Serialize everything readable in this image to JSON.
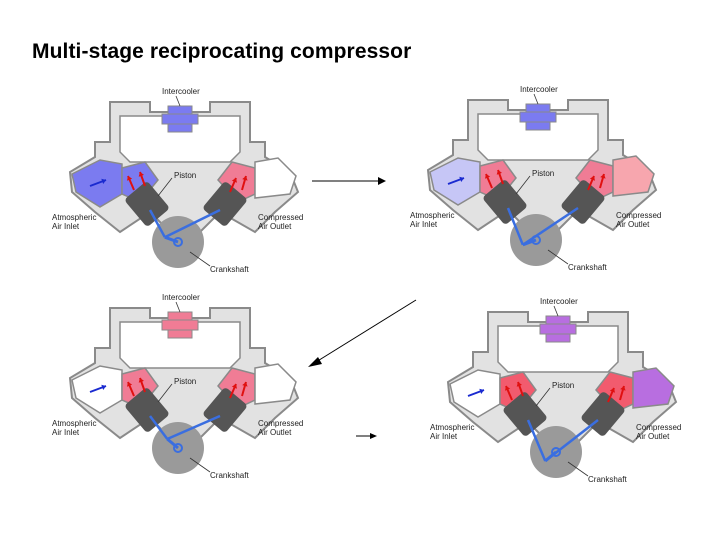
{
  "slide": {
    "title": "Multi-stage reciprocating compressor"
  },
  "labels": {
    "intercooler": "Intercooler",
    "piston": "Piston",
    "crankshaft": "Crankshaft",
    "inlet_1": "Atmospheric",
    "inlet_2": "Air Inlet",
    "outlet_1": "Compressed",
    "outlet_2": "Air Outlet"
  },
  "panels": [
    {
      "stage": 1,
      "inlet_color": "#7b7bf0",
      "left_cyl_color": "#7b7bf0",
      "intercooler_color": "#7b7bf0",
      "right_cyl_color": "#f07c95",
      "outlet_color": "#ffffff",
      "crank_angle": 200
    },
    {
      "stage": 2,
      "inlet_color": "#c6c6f6",
      "left_cyl_color": "#f07c95",
      "intercooler_color": "#7b7bf0",
      "right_cyl_color": "#f07c95",
      "outlet_color": "#f7a6ae",
      "crank_angle": 160
    },
    {
      "stage": 3,
      "inlet_color": "#ffffff",
      "left_cyl_color": "#f07c95",
      "intercooler_color": "#f07c95",
      "right_cyl_color": "#f07c95",
      "outlet_color": "#ffffff",
      "crank_angle": 220
    },
    {
      "stage": 4,
      "inlet_color": "#ffffff",
      "left_cyl_color": "#f25b6e",
      "intercooler_color": "#b86ee0",
      "right_cyl_color": "#f25b6e",
      "outlet_color": "#b86ee0",
      "crank_angle": 140
    }
  ],
  "colors": {
    "housing": "#8a8a8a",
    "housing_light": "#e2e2e2",
    "piston": "#555555",
    "crank": "#9a9a9a",
    "rod": "#3a6ee0",
    "arrow_red": "#e01010",
    "arrow_blue": "#1a2ad0"
  }
}
